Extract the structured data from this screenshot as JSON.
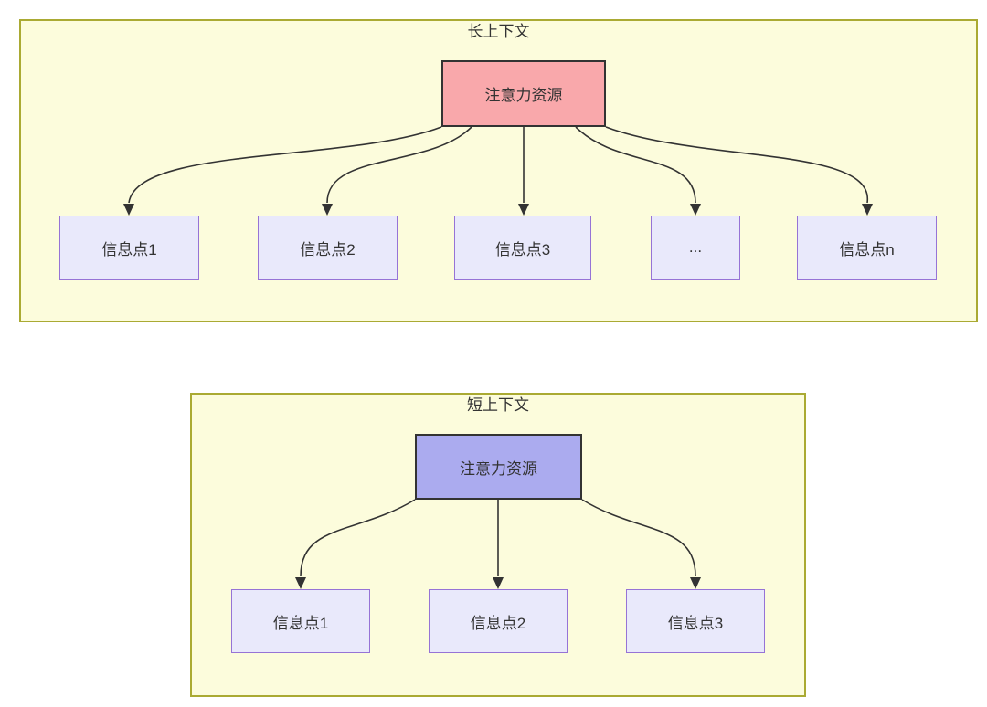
{
  "diagram": {
    "long_context": {
      "title": "长上下文",
      "source_label": "注意力资源",
      "targets": [
        "信息点1",
        "信息点2",
        "信息点3",
        "...",
        "信息点n"
      ]
    },
    "short_context": {
      "title": "短上下文",
      "source_label": "注意力资源",
      "targets": [
        "信息点1",
        "信息点2",
        "信息点3"
      ]
    },
    "colors": {
      "container_fill": "#fcfcdc",
      "container_border": "#aaaa33",
      "info_node_fill": "#e9e9fb",
      "info_node_border": "#9673d6",
      "attention_long_fill": "#f9a8ab",
      "attention_short_fill": "#ababef",
      "source_node_border": "#333333",
      "arrow_color": "#333333",
      "text_color": "#333333"
    }
  }
}
